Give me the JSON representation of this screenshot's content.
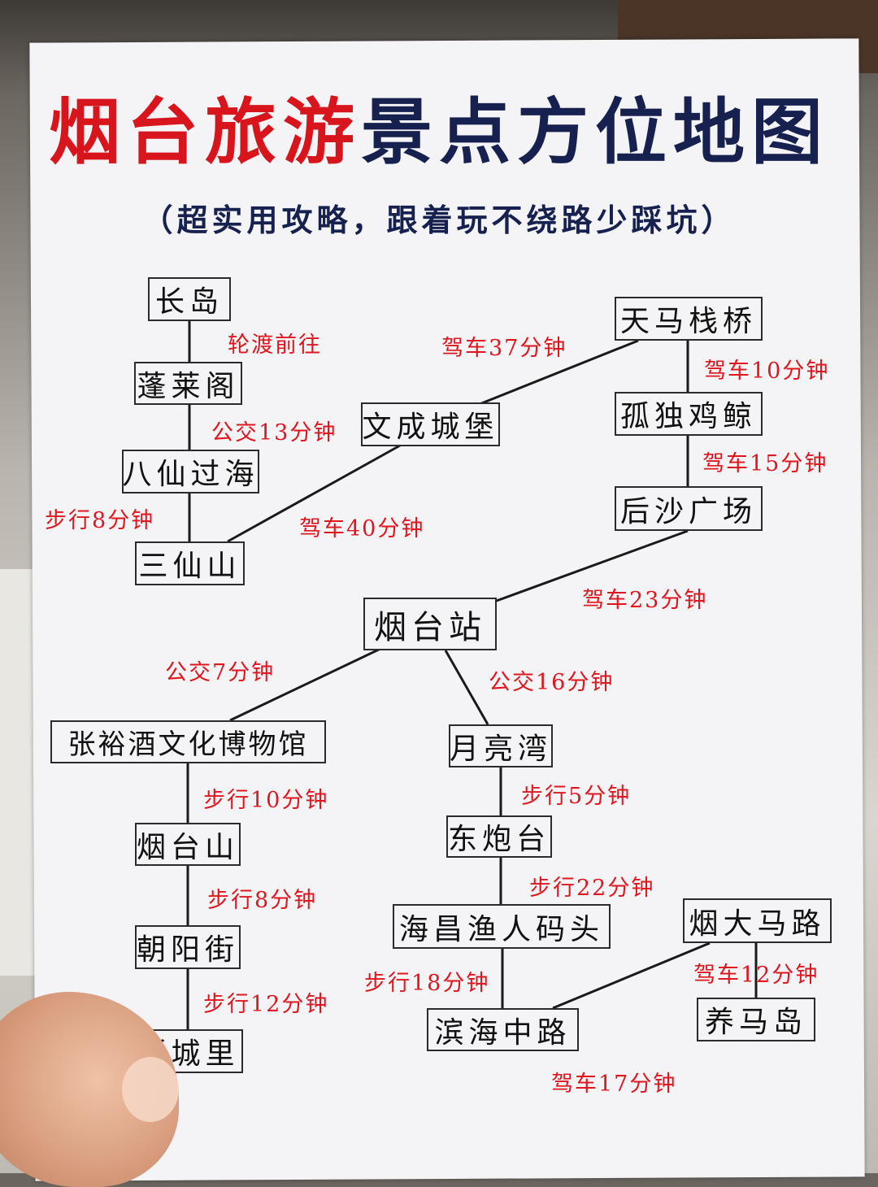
{
  "title": {
    "part_red": "烟台旅游",
    "part_navy": "景点方位地图"
  },
  "subtitle": "（超实用攻略，跟着玩不绕路少踩坑）",
  "nodes": {
    "changdao": "长岛",
    "penglaige": "蓬莱阁",
    "baxianguohai": "八仙过海",
    "sanxianshan": "三仙山",
    "wenchengchengbao": "文成城堡",
    "tianmazhanqiao": "天马栈桥",
    "gududuhuangjing": "孤独鸡鲸",
    "houshaguangchang": "后沙广场",
    "yantaizhan": "烟台站",
    "zhangyujiu": "张裕酒文化博物馆",
    "yantaishan": "烟台山",
    "chaoyangjie": "朝阳街",
    "suochengli": "所城里",
    "yueliangwan": "月亮湾",
    "dongpaotai": "东炮台",
    "haichang": "海昌渔人码头",
    "binhaizhonglu": "滨海中路",
    "yandamalu": "烟大马路",
    "yangmadao": "养马岛"
  },
  "edges": {
    "changdao_penglaige": "轮渡前往",
    "penglaige_baxian": "公交13分钟",
    "baxian_sanxian": "步行8分钟",
    "sanxian_wencheng": "驾车40分钟",
    "wencheng_tianma": "驾车37分钟",
    "tianma_gudu": "驾车10分钟",
    "gudu_housha": "驾车15分钟",
    "housha_yantaizhan": "驾车23分钟",
    "yantaizhan_zhangyu": "公交7分钟",
    "yantaizhan_yueliang": "公交16分钟",
    "zhangyu_yantaishan": "步行10分钟",
    "yantaishan_chaoyang": "步行8分钟",
    "chaoyang_suocheng": "步行12分钟",
    "yueliang_dongpao": "步行5分钟",
    "dongpao_haichang": "步行22分钟",
    "haichang_binhai": "步行18分钟",
    "binhai_yanda": "驾车17分钟",
    "yanda_yangma": "驾车12分钟"
  }
}
